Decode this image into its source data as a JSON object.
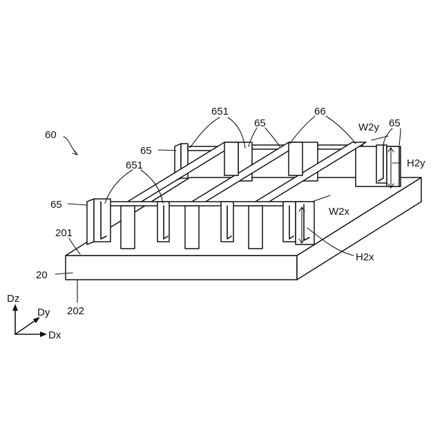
{
  "labels": {
    "device": "60",
    "substrate": "20",
    "top_surface": "201",
    "bottom_surface": "202",
    "pillar_left": "65",
    "pillar_mid_left": "65",
    "pillars_top": "65",
    "pillar_right": "65",
    "bridge_front": "651",
    "bridge_back": "651",
    "rib": "66",
    "width_y": "W2y",
    "width_x": "W2x",
    "height_y": "H2y",
    "height_x": "H2x",
    "axis_z": "Dz",
    "axis_y": "Dy",
    "axis_x": "Dx"
  },
  "colors": {
    "line": "#111111",
    "fill": "#ffffff"
  }
}
